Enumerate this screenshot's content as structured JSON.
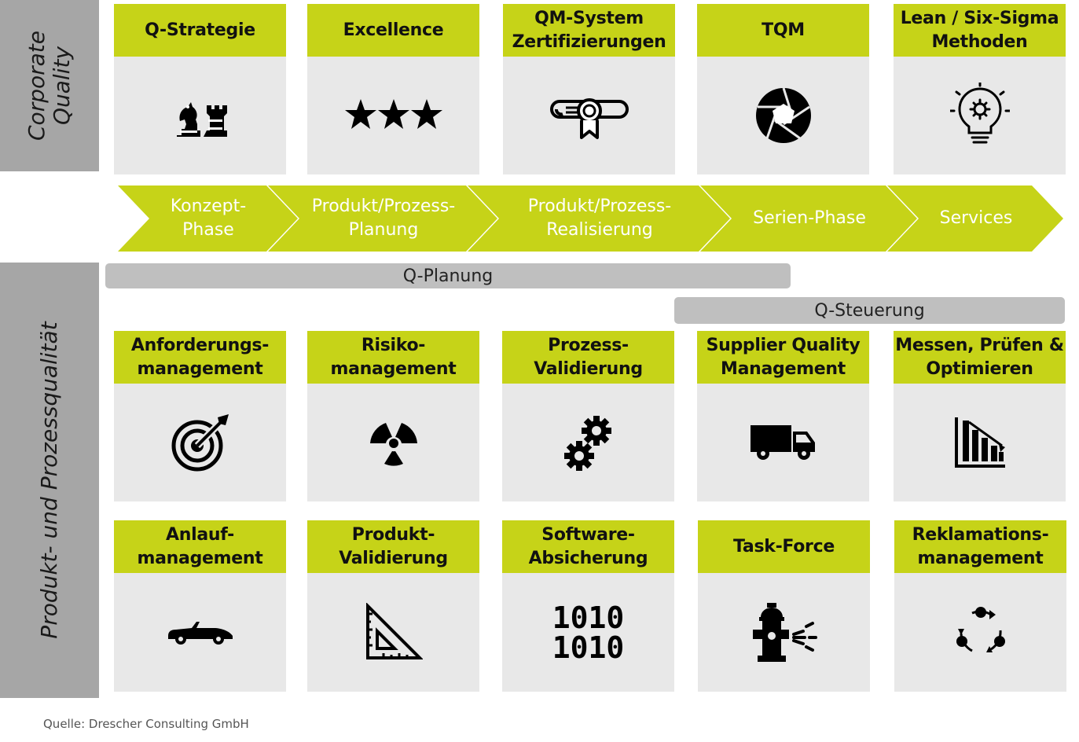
{
  "sidebar": {
    "top_lines": [
      "Corporate",
      "Quality"
    ],
    "bottom_label": "Produkt- und Prozessqualität"
  },
  "corporate_cards": [
    {
      "lines": [
        "Q-Strategie"
      ],
      "icon": "chess-icon"
    },
    {
      "lines": [
        "Excellence"
      ],
      "icon": "three-stars-icon"
    },
    {
      "lines": [
        "QM-System",
        "Zertifizierungen"
      ],
      "icon": "certificate-icon"
    },
    {
      "lines": [
        "TQM"
      ],
      "icon": "aperture-icon"
    },
    {
      "lines": [
        "Lean / Six-Sigma",
        "Methoden"
      ],
      "icon": "lightbulb-gear-icon"
    }
  ],
  "phases": [
    {
      "lines": [
        "Konzept-",
        "Phase"
      ]
    },
    {
      "lines": [
        "Produkt/Prozess-",
        "Planung"
      ]
    },
    {
      "lines": [
        "Produkt/Prozess-",
        "Realisierung"
      ]
    },
    {
      "lines": [
        "Serien-Phase"
      ]
    },
    {
      "lines": [
        "Services"
      ]
    }
  ],
  "bars": {
    "planung": "Q-Planung",
    "steuerung": "Q-Steuerung"
  },
  "product_cards_row1": [
    {
      "lines": [
        "Anforderungs-",
        "management"
      ],
      "icon": "target-icon"
    },
    {
      "lines": [
        "Risiko-",
        "management"
      ],
      "icon": "radiation-icon"
    },
    {
      "lines": [
        "Prozess-",
        "Validierung"
      ],
      "icon": "gears-icon"
    },
    {
      "lines": [
        "Supplier Quality",
        "Management"
      ],
      "icon": "truck-icon"
    },
    {
      "lines": [
        "Messen, Prüfen &",
        "Optimieren"
      ],
      "icon": "bar-chart-icon"
    }
  ],
  "product_cards_row2": [
    {
      "lines": [
        "Anlauf-",
        "management"
      ],
      "icon": "car-icon"
    },
    {
      "lines": [
        "Produkt-",
        "Validierung"
      ],
      "icon": "set-square-icon"
    },
    {
      "lines": [
        "Software-",
        "Absicherung"
      ],
      "icon": "binary-icon"
    },
    {
      "lines": [
        "Task-Force"
      ],
      "icon": "hydrant-icon"
    },
    {
      "lines": [
        "Reklamations-",
        "management"
      ],
      "icon": "cycle-icon"
    }
  ],
  "binary_text": [
    "1010",
    "1010"
  ],
  "source": "Quelle: Drescher Consulting GmbH",
  "colors": {
    "accent": "#c6d318",
    "card_bg": "#e8e8e8",
    "sidebar": "#a6a6a6",
    "bar": "#bfbfbf"
  }
}
